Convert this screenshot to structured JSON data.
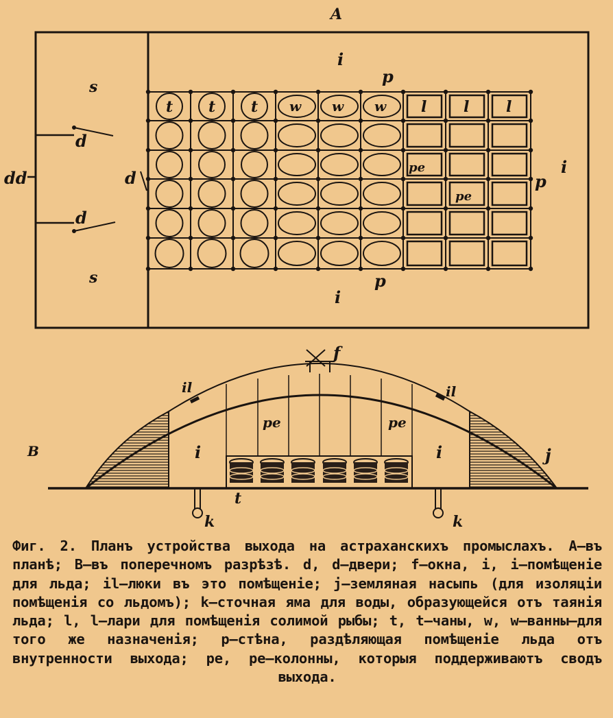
{
  "figure": {
    "plan": {
      "title": "A",
      "grid_rows": 6,
      "grid_cols": 9,
      "labels": {
        "s": "s",
        "d": "d",
        "dd": "dd",
        "i": "i",
        "p": "p",
        "t": "t",
        "w": "w",
        "l": "l",
        "pe": "pe"
      }
    },
    "section": {
      "title": "B",
      "labels": {
        "f": "f",
        "il": "il",
        "pe": "pe",
        "i": "i",
        "j": "j",
        "t": "t",
        "k": "k"
      }
    }
  },
  "caption": "Фиг. 2. Планъ устройства выхода на астраханскихъ промыслахъ. A—въ планѣ; B—въ поперечномъ разрѣзѣ. d, d—двери; f—окна, i, i—помѣщеніе для льда; il—люки въ это помѣщеніе; j—земляная насыпь (для изоляціи помѣщенія со льдомъ); k—сточная яма для воды, образующейся отъ таянія льда; l, l—лари для помѣщенія солимой рыбы; t, t—чаны, w, w—ванны—для того же назначенія; p—стѣна, раздѣляющая помѣщеніе льда отъ внутренности выхода; pe, pe—колонны, которыя поддерживаютъ сводъ выхода."
}
